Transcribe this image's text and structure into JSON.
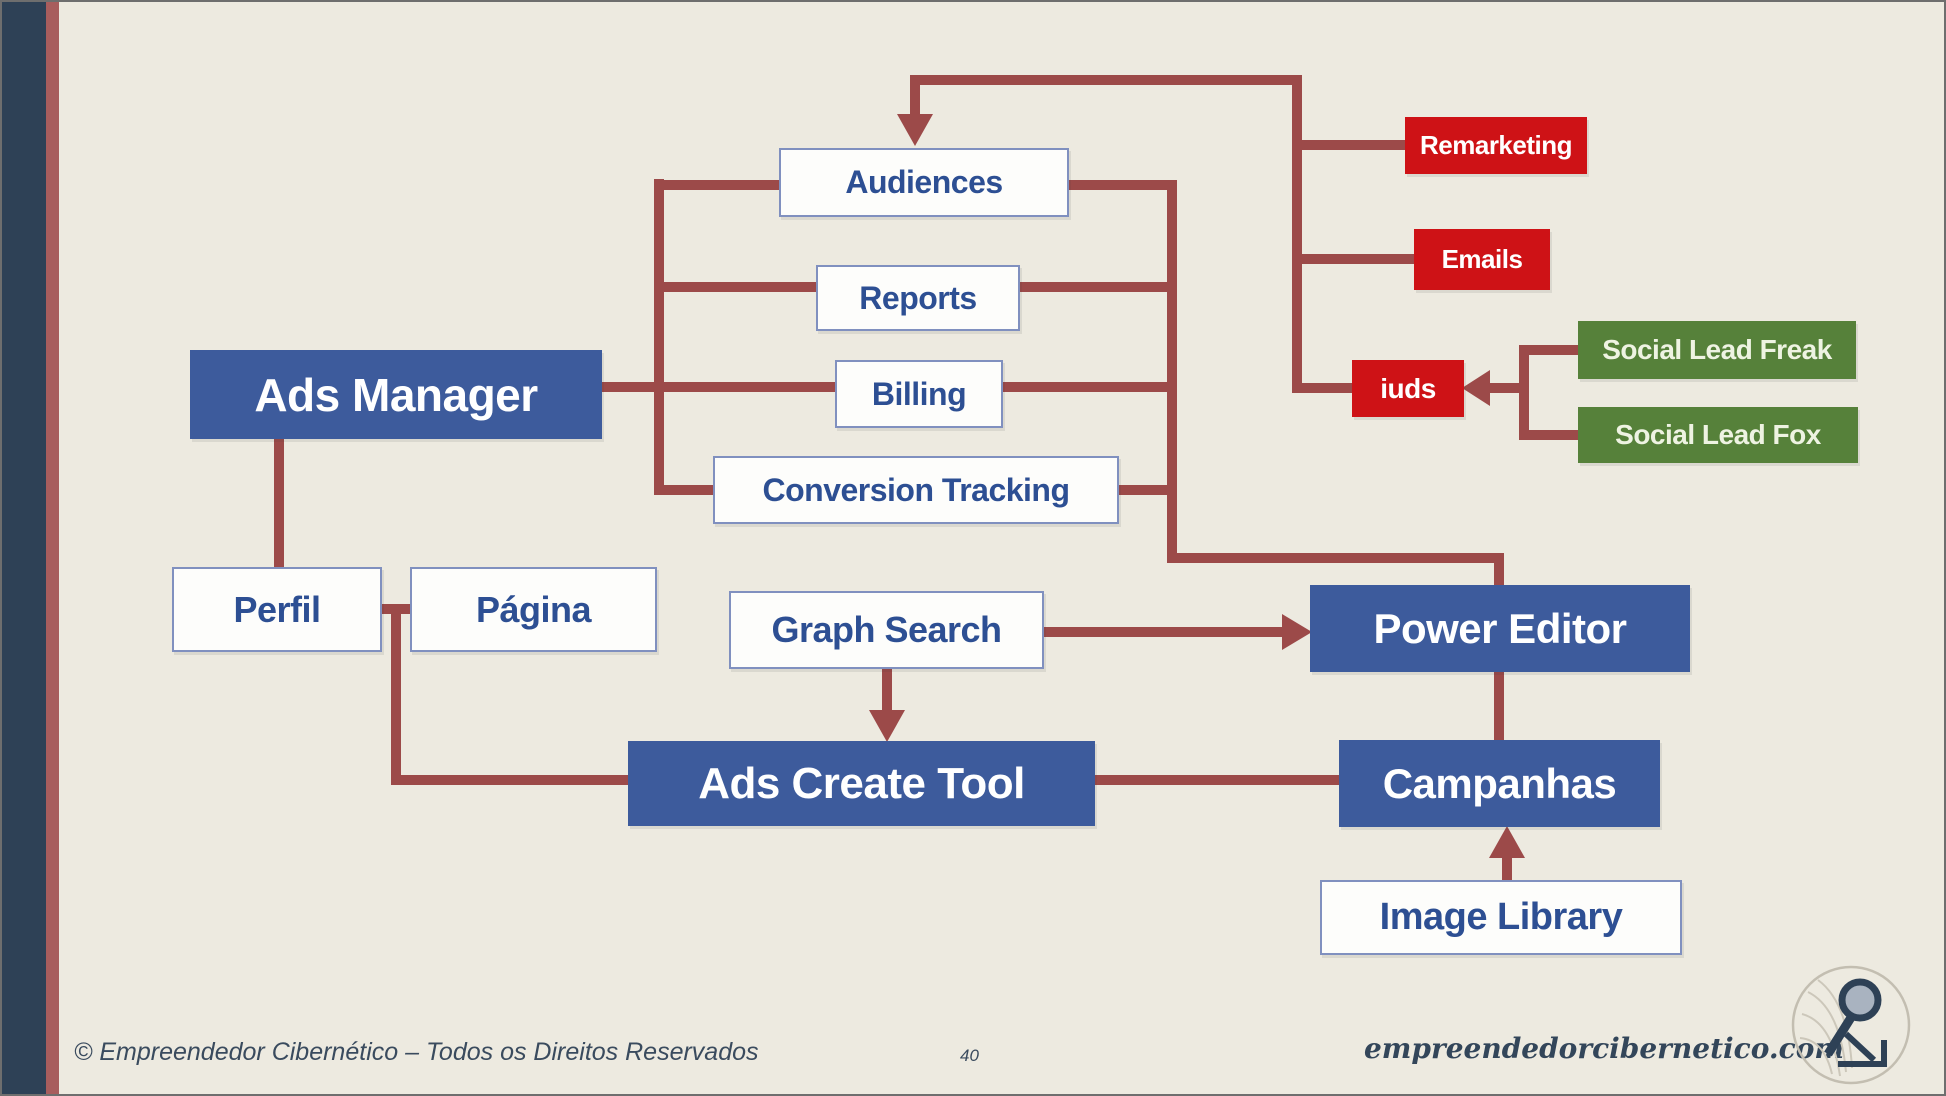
{
  "slide": {
    "page_number": "40",
    "footer_left": "© Empreendedor Cibernético – Todos os Direitos Reservados",
    "footer_right": "empreendedorcibernetico.com"
  },
  "palette": {
    "background": "#edeae0",
    "sidebar_navy": "#2e4156",
    "sidebar_red": "#a85d5d",
    "connector": "#9c4a49",
    "node_blue": "#3d5b9c",
    "node_white_border": "#8090bf",
    "node_white_text": "#2d4f93",
    "node_red": "#ce1216",
    "node_green": "#56813a",
    "footer_text": "#3a4b5e"
  },
  "nodes": {
    "ads_manager": {
      "label": "Ads Manager",
      "style": "blue"
    },
    "audiences": {
      "label": "Audiences",
      "style": "white"
    },
    "reports": {
      "label": "Reports",
      "style": "white"
    },
    "billing": {
      "label": "Billing",
      "style": "white"
    },
    "conversion_tracking": {
      "label": "Conversion Tracking",
      "style": "white"
    },
    "perfil": {
      "label": "Perfil",
      "style": "white"
    },
    "pagina": {
      "label": "Página",
      "style": "white"
    },
    "graph_search": {
      "label": "Graph Search",
      "style": "white"
    },
    "power_editor": {
      "label": "Power Editor",
      "style": "blue"
    },
    "ads_create_tool": {
      "label": "Ads Create Tool",
      "style": "blue"
    },
    "campanhas": {
      "label": "Campanhas",
      "style": "blue"
    },
    "image_library": {
      "label": "Image Library",
      "style": "white"
    },
    "remarketing": {
      "label": "Remarketing",
      "style": "red"
    },
    "emails": {
      "label": "Emails",
      "style": "red"
    },
    "iuds": {
      "label": "iuds",
      "style": "red"
    },
    "social_lead_freak": {
      "label": "Social Lead Freak",
      "style": "green"
    },
    "social_lead_fox": {
      "label": "Social Lead Fox",
      "style": "green"
    }
  },
  "edges": [
    {
      "from": "ads_manager",
      "to": "audiences",
      "type": "line"
    },
    {
      "from": "ads_manager",
      "to": "reports",
      "type": "line"
    },
    {
      "from": "ads_manager",
      "to": "billing",
      "type": "line"
    },
    {
      "from": "ads_manager",
      "to": "conversion_tracking",
      "type": "line"
    },
    {
      "from": "ads_manager",
      "to": "perfil",
      "type": "line"
    },
    {
      "from": "perfil",
      "to": "pagina",
      "type": "line"
    },
    {
      "from": "pagina",
      "to": "ads_create_tool",
      "type": "line"
    },
    {
      "from": "audiences",
      "to": "power_editor",
      "type": "line"
    },
    {
      "from": "reports",
      "to": "power_editor",
      "type": "line"
    },
    {
      "from": "billing",
      "to": "power_editor",
      "type": "line"
    },
    {
      "from": "conversion_tracking",
      "to": "power_editor",
      "type": "line"
    },
    {
      "from": "remarketing",
      "to": "audiences",
      "type": "arrow"
    },
    {
      "from": "emails",
      "to": "audiences",
      "type": "arrow"
    },
    {
      "from": "iuds",
      "to": "audiences",
      "type": "arrow"
    },
    {
      "from": "social_lead_freak",
      "to": "iuds",
      "type": "arrow"
    },
    {
      "from": "social_lead_fox",
      "to": "iuds",
      "type": "arrow"
    },
    {
      "from": "graph_search",
      "to": "power_editor",
      "type": "arrow"
    },
    {
      "from": "graph_search",
      "to": "ads_create_tool",
      "type": "arrow"
    },
    {
      "from": "ads_create_tool",
      "to": "campanhas",
      "type": "line"
    },
    {
      "from": "power_editor",
      "to": "campanhas",
      "type": "line"
    },
    {
      "from": "image_library",
      "to": "campanhas",
      "type": "arrow"
    }
  ],
  "icons": {
    "logo": "magnifier-spiral-logo"
  }
}
